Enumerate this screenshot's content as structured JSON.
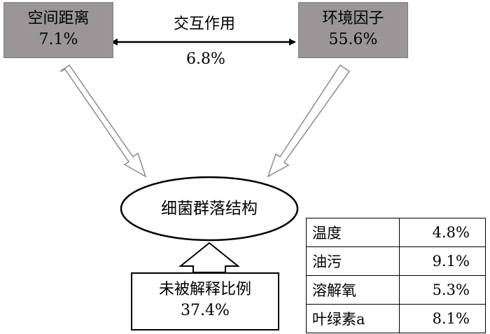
{
  "spatial": {
    "label": "空间距离",
    "value": "7.1%"
  },
  "environment": {
    "label": "环境因子",
    "value": "55.6%"
  },
  "interaction": {
    "label": "交互作用",
    "value": "6.8%"
  },
  "community": {
    "label": "细菌群落结构"
  },
  "unexplained": {
    "label": "未被解释比例",
    "value": "37.4%"
  },
  "factors": [
    {
      "name": "温度",
      "value": "4.8%"
    },
    {
      "name": "油污",
      "value": "9.1%"
    },
    {
      "name": "溶解氧",
      "value": "5.3%"
    },
    {
      "name": "叶绿素a",
      "value": "8.1%"
    }
  ],
  "colors": {
    "box_fill": "#9a9697",
    "line": "#000000",
    "hollow_arrow": "#8a8a8a"
  }
}
